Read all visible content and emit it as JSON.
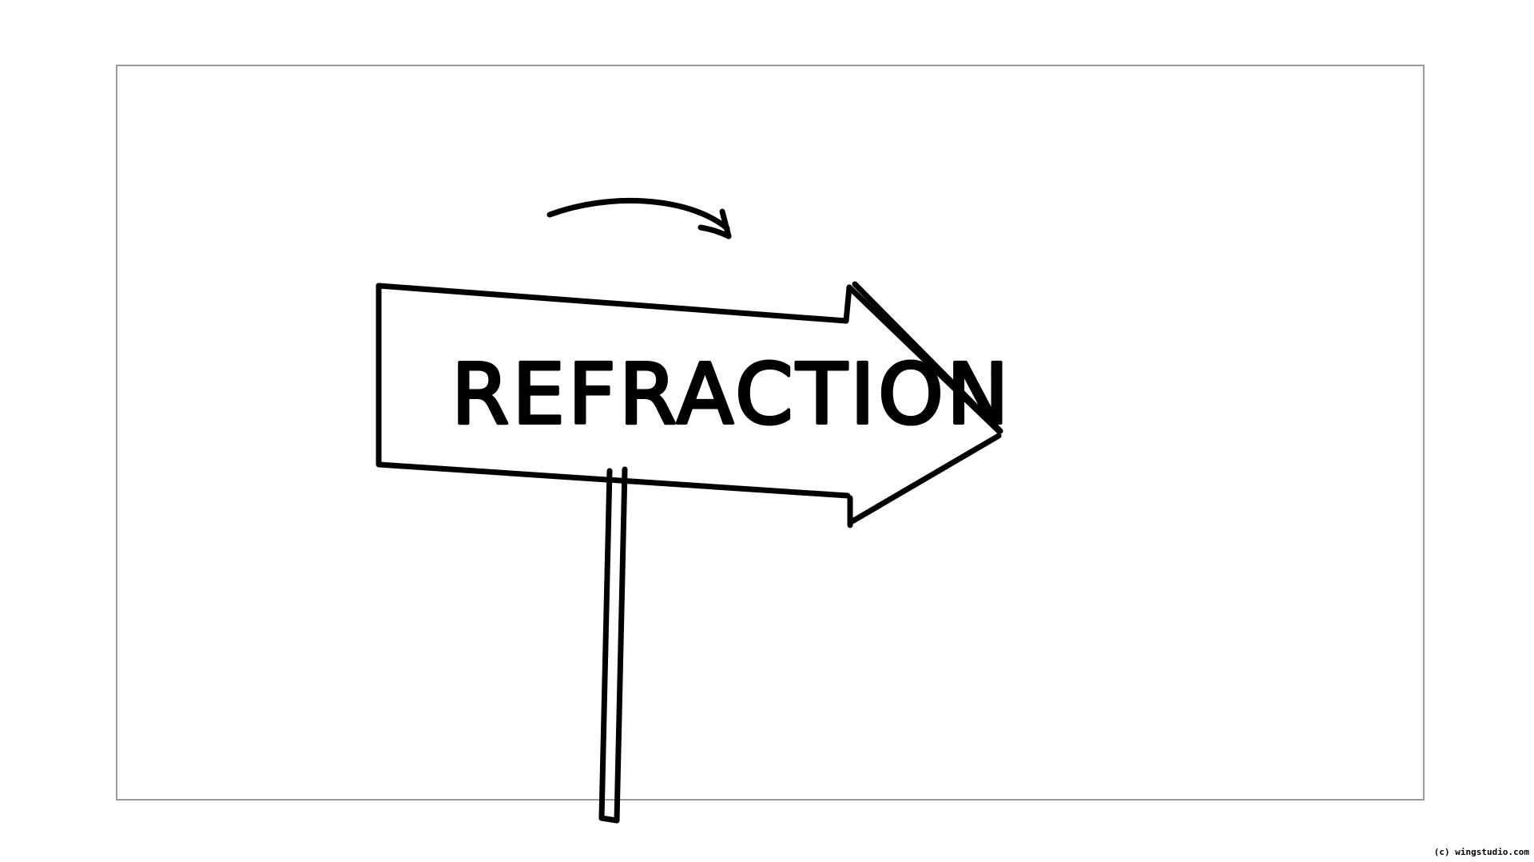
{
  "sign": {
    "label": "REFRACTION"
  },
  "watermark": {
    "text": "(c) wingstudio.com"
  },
  "colors": {
    "ink": "#000000",
    "frame": "#9a9a9a",
    "background": "#ffffff"
  },
  "icons": {
    "curved_arrow": "curved-arrow-icon",
    "signpost": "arrow-signpost"
  }
}
